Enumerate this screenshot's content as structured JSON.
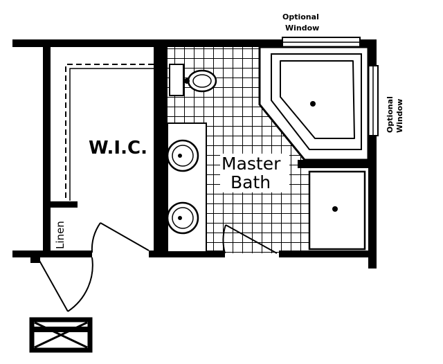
{
  "labels": {
    "wic": "W.I.C.",
    "master": "Master",
    "bath": "Bath",
    "linen": "Linen",
    "window_top_1": "Optional",
    "window_top_2": "Window",
    "window_side_1": "Optional",
    "window_side_2": "Window"
  },
  "colors": {
    "wall": "#000000",
    "background": "#ffffff"
  },
  "icons": {
    "toilet": "toilet-icon",
    "sink": "sink-icon",
    "tub": "corner-tub-icon",
    "shower": "shower-icon",
    "drain": "drain-icon"
  }
}
